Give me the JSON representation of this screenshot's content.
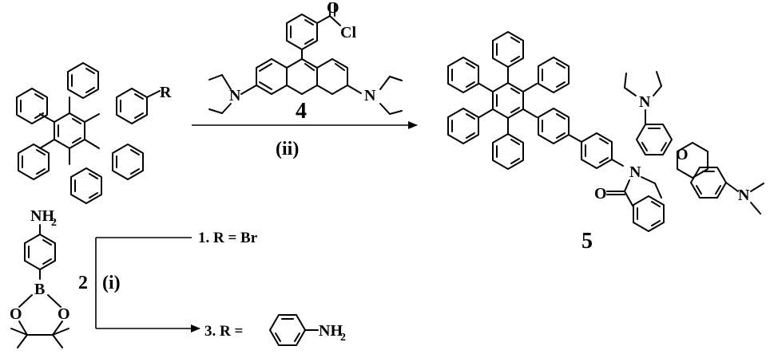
{
  "compounds": {
    "c4": "4",
    "c5": "5",
    "c2": "2"
  },
  "conditions": {
    "step_i": "(i)",
    "step_ii": "(ii)"
  },
  "products": {
    "p1": "1. R = Br",
    "p3_prefix": "3. R ="
  },
  "atoms": {
    "R": "R",
    "O": "O",
    "Cl": "Cl",
    "N": "N",
    "B": "B",
    "NH": "NH",
    "sub2": "2"
  }
}
